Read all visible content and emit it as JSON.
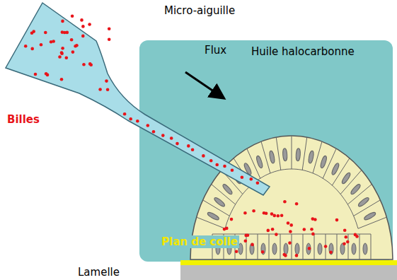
{
  "diagram": {
    "nodes": [
      {
        "text": [
          "Huile halocarbonne"
        ]
      }
    ],
    "labels": [
      "Micro-aiguille",
      "Billes",
      "Flux",
      "Plan de colle",
      "Lamelle"
    ]
  }
}
